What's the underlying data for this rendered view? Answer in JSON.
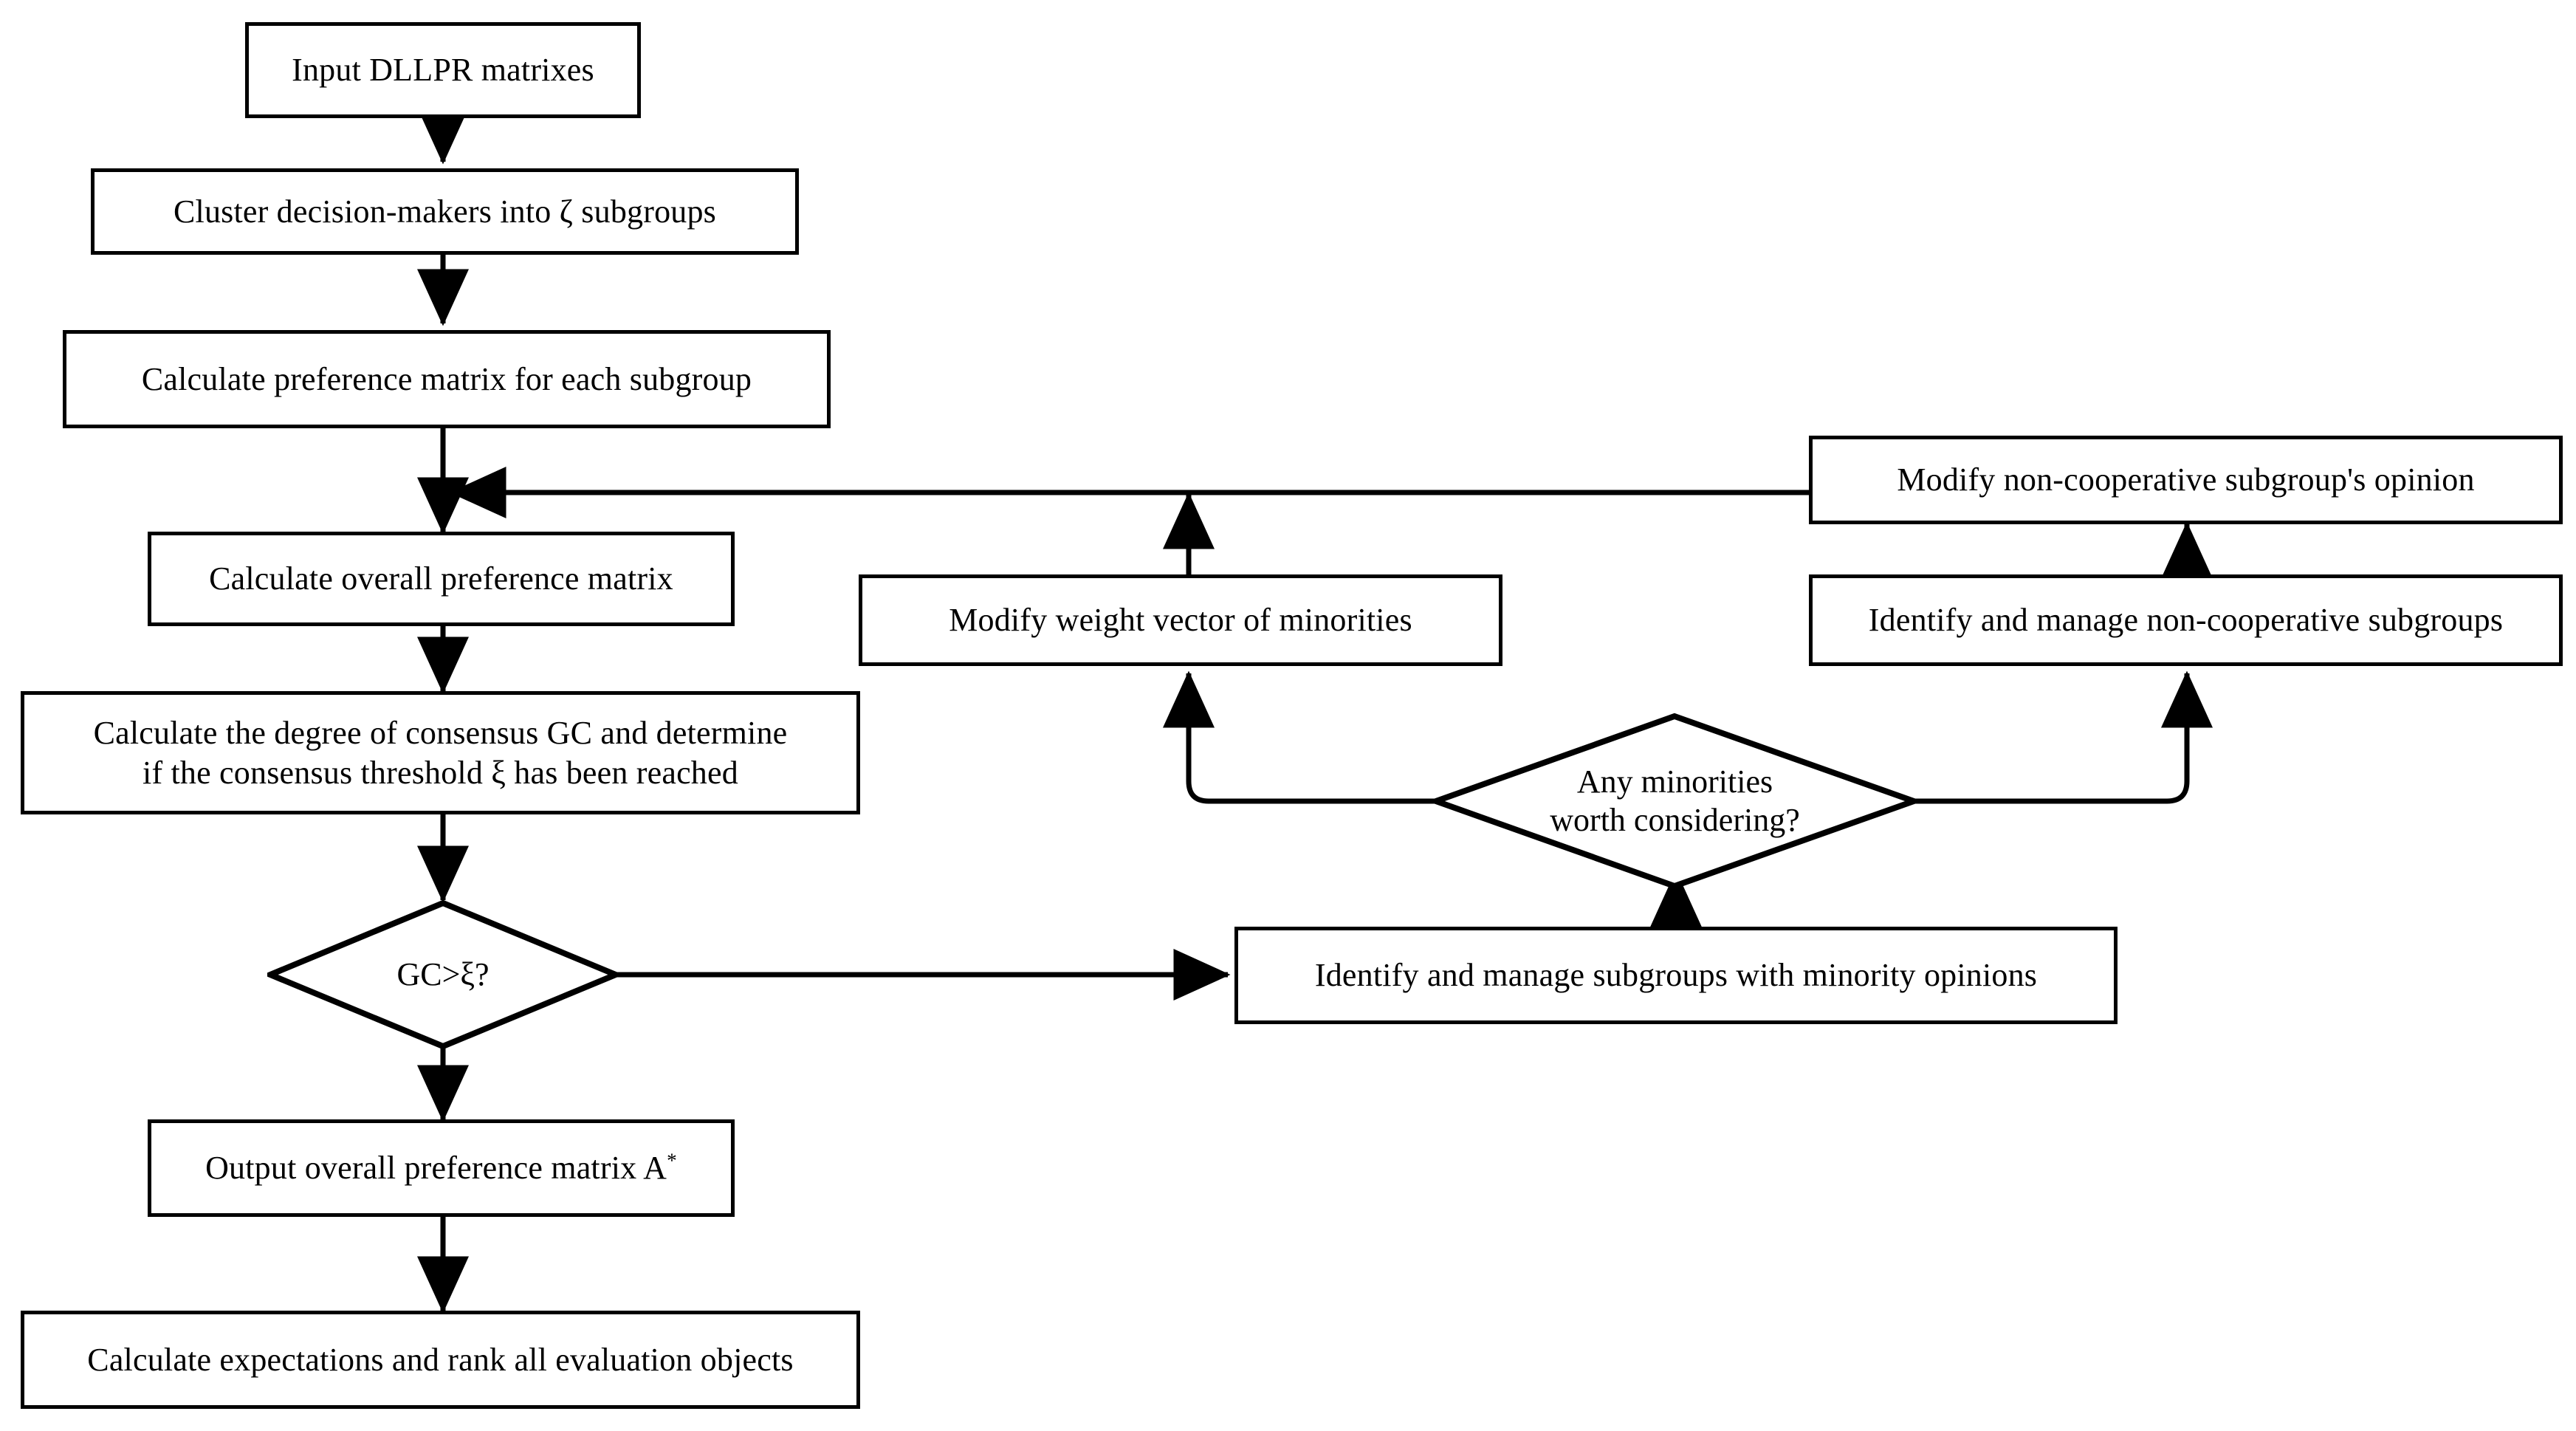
{
  "diagram": {
    "title": "Group decision-making consensus flowchart",
    "colors": {
      "stroke": "#000000",
      "fill": "#ffffff",
      "text": "#000000"
    },
    "nodes": {
      "input_dllpr": {
        "label": "Input DLLPR matrixes",
        "shape": "process"
      },
      "cluster_dm": {
        "label": "Cluster decision-makers into ζ subgroups",
        "shape": "process"
      },
      "calc_sub_pref": {
        "label": "Calculate preference matrix for each subgroup",
        "shape": "process"
      },
      "calc_overall_pref": {
        "label": "Calculate overall preference matrix",
        "shape": "process"
      },
      "calc_consensus": {
        "label": "Calculate the degree of consensus GC and determine\nif the consensus threshold ξ has been reached",
        "shape": "process"
      },
      "gc_decision": {
        "label": "GC>ξ?",
        "shape": "decision"
      },
      "output_matrix_pre": {
        "label": "Output overall preference matrix A",
        "sup": "*",
        "shape": "process"
      },
      "rank_objects": {
        "label": "Calculate expectations and rank all evaluation objects",
        "shape": "process"
      },
      "identify_minority": {
        "label": "Identify and manage subgroups with minority opinions",
        "shape": "process"
      },
      "minority_decision": {
        "label": "Any minorities\nworth considering?",
        "shape": "decision"
      },
      "modify_weight": {
        "label": "Modify weight vector of minorities",
        "shape": "process"
      },
      "identify_noncoop": {
        "label": "Identify and manage non-cooperative subgroups",
        "shape": "process"
      },
      "modify_noncoop": {
        "label": "Modify non-cooperative subgroup's opinion",
        "shape": "process"
      }
    },
    "edges": [
      {
        "from": "input_dllpr",
        "to": "cluster_dm"
      },
      {
        "from": "cluster_dm",
        "to": "calc_sub_pref"
      },
      {
        "from": "calc_sub_pref",
        "to": "calc_overall_pref"
      },
      {
        "from": "calc_overall_pref",
        "to": "calc_consensus"
      },
      {
        "from": "calc_consensus",
        "to": "gc_decision"
      },
      {
        "from": "gc_decision",
        "to": "output_matrix_pre"
      },
      {
        "from": "output_matrix_pre",
        "to": "rank_objects"
      },
      {
        "from": "gc_decision",
        "to": "identify_minority"
      },
      {
        "from": "identify_minority",
        "to": "minority_decision"
      },
      {
        "from": "minority_decision",
        "to": "modify_weight"
      },
      {
        "from": "minority_decision",
        "to": "identify_noncoop"
      },
      {
        "from": "identify_noncoop",
        "to": "modify_noncoop"
      },
      {
        "from": "modify_weight",
        "to": "calc_overall_pref"
      },
      {
        "from": "modify_noncoop",
        "to": "calc_overall_pref"
      }
    ]
  }
}
